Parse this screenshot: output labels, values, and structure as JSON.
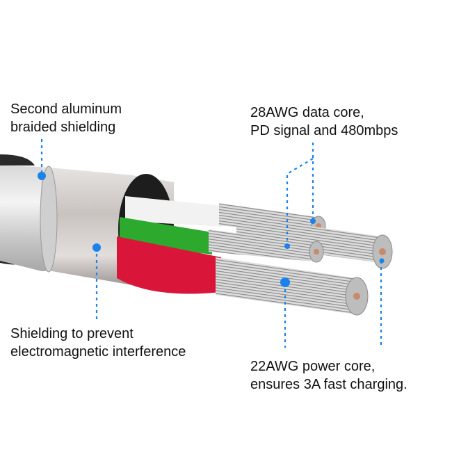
{
  "diagram": {
    "subject": "USB cable cross-section",
    "accent_color": "#1a82e8",
    "callouts": [
      {
        "id": "outer-shield",
        "lines": [
          "Second aluminum",
          "braided shielding"
        ]
      },
      {
        "id": "data-core",
        "lines": [
          "28AWG data core,",
          "PD signal and 480mbps"
        ]
      },
      {
        "id": "emi-shield",
        "lines": [
          "Shielding to prevent",
          "electromagnetic interference"
        ]
      },
      {
        "id": "power-core",
        "lines": [
          "22AWG power core,",
          "ensures 3A fast charging."
        ]
      }
    ],
    "wire_colors": {
      "white": "#f2f2f2",
      "green": "#2daa2d",
      "red": "#d9163a",
      "copper": "#c98a6a"
    }
  }
}
